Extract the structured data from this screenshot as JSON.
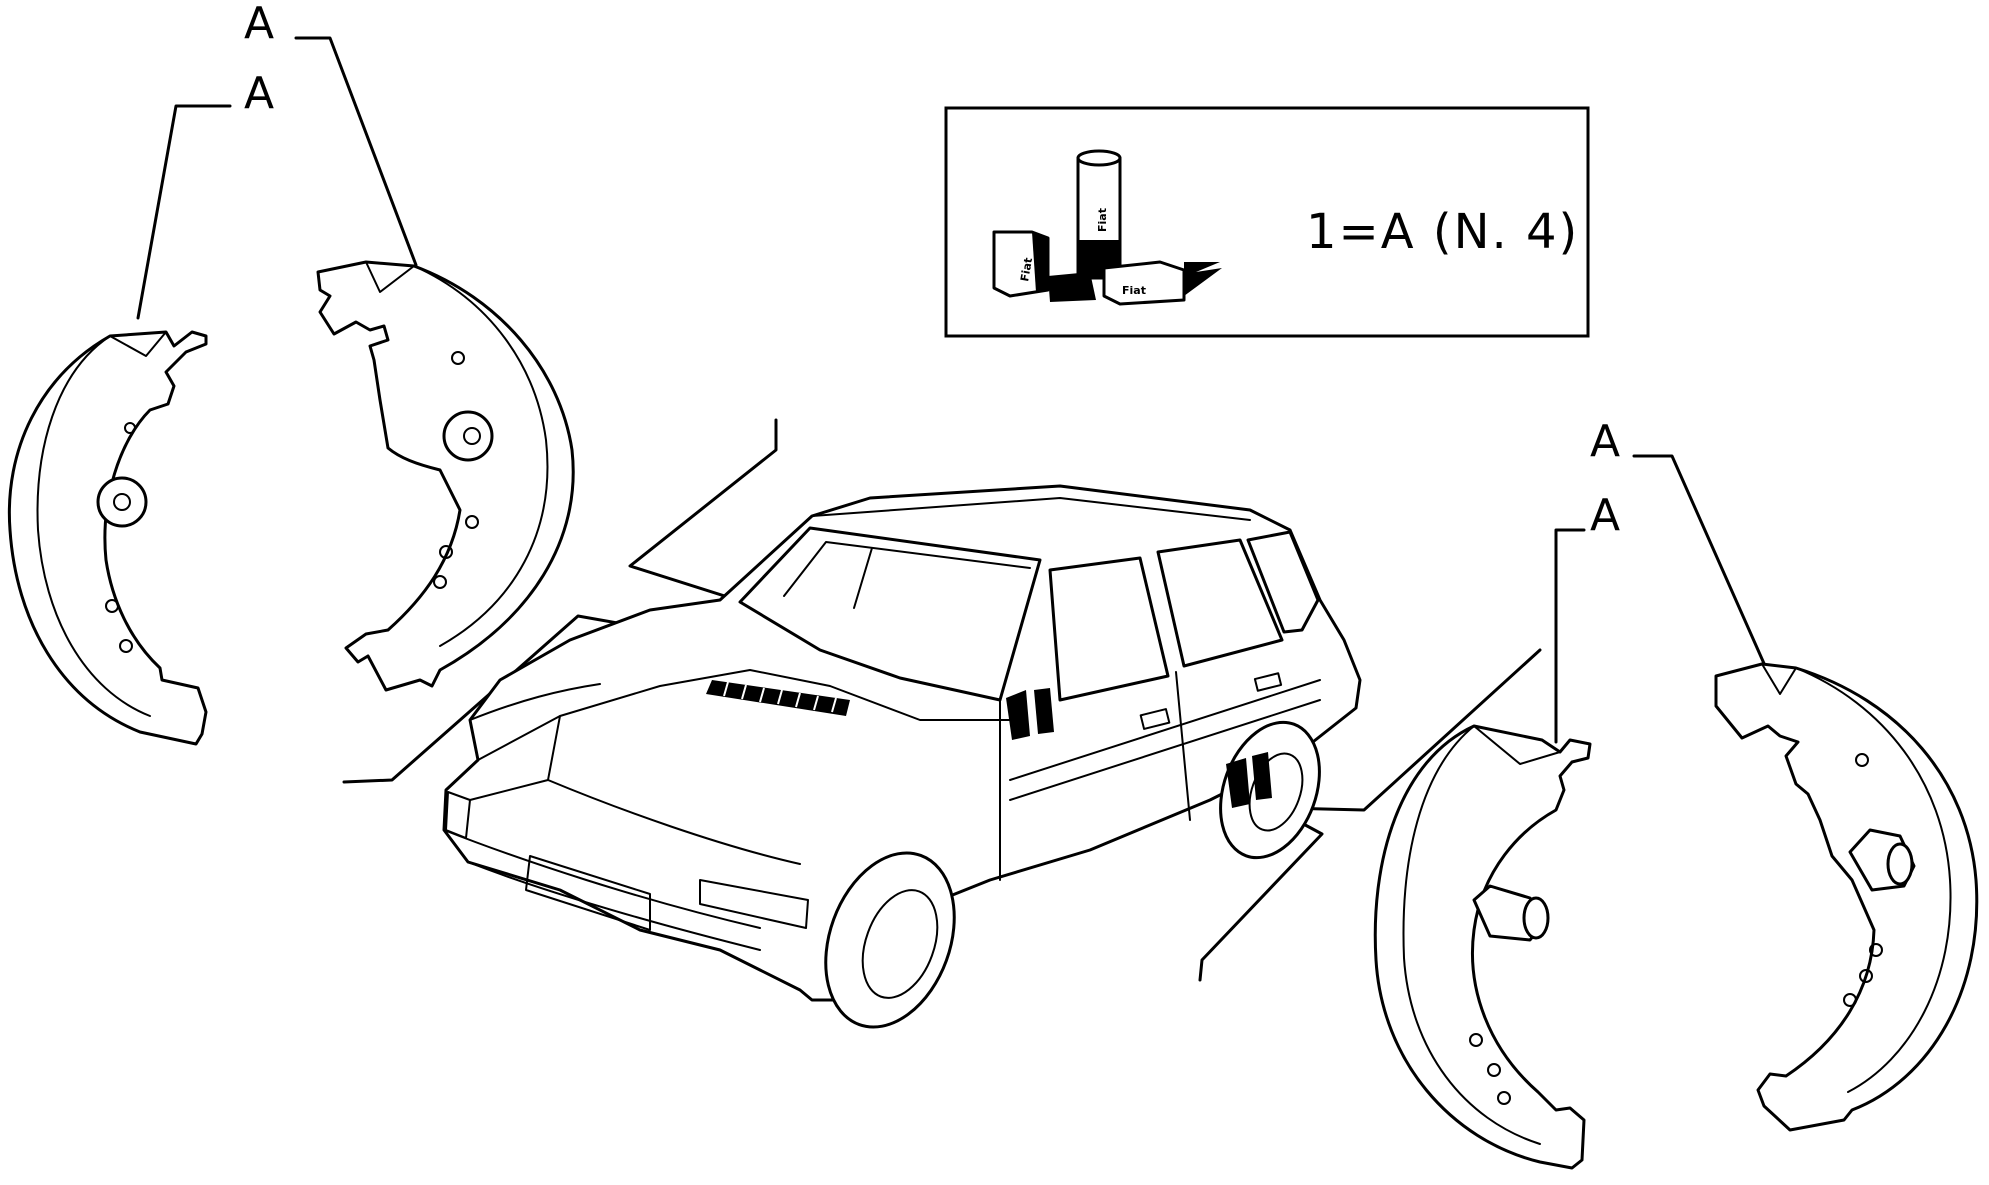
{
  "callouts": {
    "front_shoe_outer": "A",
    "front_shoe_inner": "A",
    "rear_shoe_outer": "A",
    "rear_shoe_inner": "A"
  },
  "legend": {
    "key_text": "1=A (N. 4)",
    "kit_icon": "fiat-parts-kit-icon",
    "kit_brand_labels": [
      "Fiat",
      "Fiat",
      "Fiat"
    ]
  },
  "colors": {
    "ink": "#000000",
    "paper": "#ffffff"
  }
}
